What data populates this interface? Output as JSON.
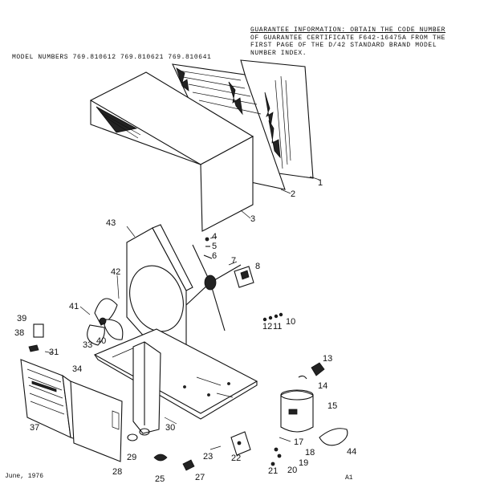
{
  "header": {
    "guarantee_lines": [
      "GUARANTEE INFORMATION:  OBTAIN THE CODE NUMBER",
      "OF GUARANTEE CERTIFICATE F642-16475A FROM THE",
      "FIRST PAGE OF THE D/42 STANDARD BRAND MODEL",
      "NUMBER INDEX."
    ],
    "model_numbers": "MODEL NUMBERS 769.810612 769.810621 769.810641"
  },
  "footer": {
    "date": "June, 1976",
    "page_code": "A1"
  },
  "part_labels": [
    "1",
    "2",
    "3",
    "4",
    "5",
    "6",
    "7",
    "8",
    "10",
    "11",
    "12",
    "13",
    "14",
    "15",
    "17",
    "18",
    "19",
    "20",
    "21",
    "22",
    "23",
    "25",
    "27",
    "28",
    "29",
    "30",
    "31",
    "33",
    "34",
    "37",
    "38",
    "39",
    "40",
    "41",
    "42",
    "43",
    "44"
  ]
}
